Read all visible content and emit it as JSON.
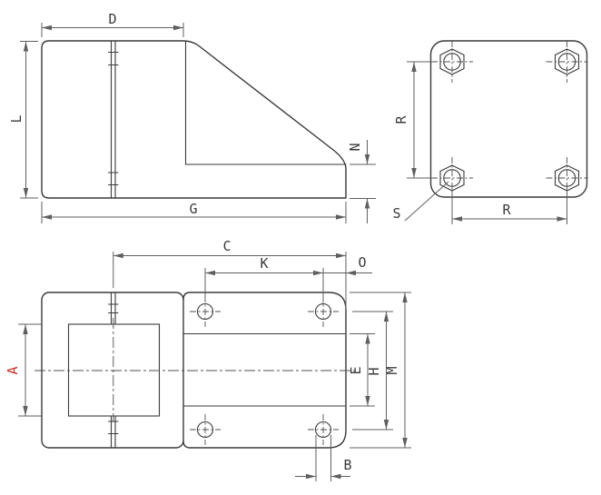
{
  "drawing": {
    "title": "bracket-three-view-engineering-drawing",
    "colors": {
      "background": "#ffffff",
      "outline": "#3a3a3a",
      "dimension": "#5f5f5f",
      "centerline": "#4f4f4f",
      "highlight": "#c4302b"
    },
    "side_view": {
      "d": "D",
      "l": "L",
      "n": "N",
      "g": "G"
    },
    "top_view": {
      "r_vertical": "R",
      "r_horizontal": "R",
      "s": "S"
    },
    "plan_view": {
      "c": "C",
      "k": "K",
      "o": "O",
      "a": "A",
      "e": "E",
      "h": "H",
      "m": "M",
      "b": "B"
    }
  }
}
